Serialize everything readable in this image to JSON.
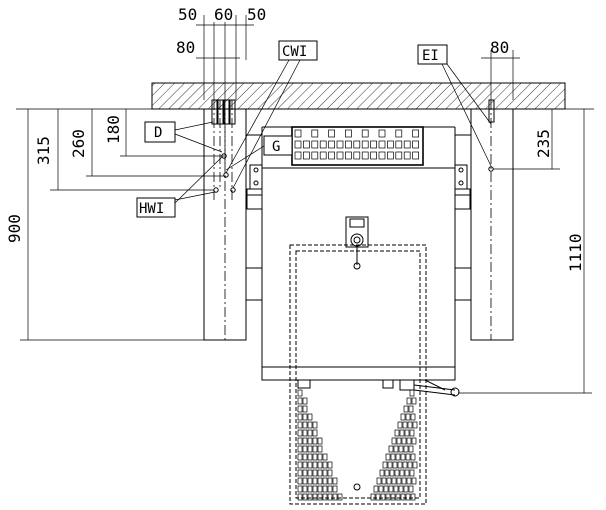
{
  "top_dims": {
    "d1": "50",
    "d2": "60",
    "d3": "50",
    "d4": "80",
    "d5": "80"
  },
  "side_dims": {
    "h315": "315",
    "h260": "260",
    "h180": "180",
    "h900": "900",
    "h235": "235",
    "h1110": "1110"
  },
  "tags": {
    "cwi": "CWI",
    "ei": "EI",
    "d": "D",
    "g": "G",
    "hwi": "HWI"
  }
}
